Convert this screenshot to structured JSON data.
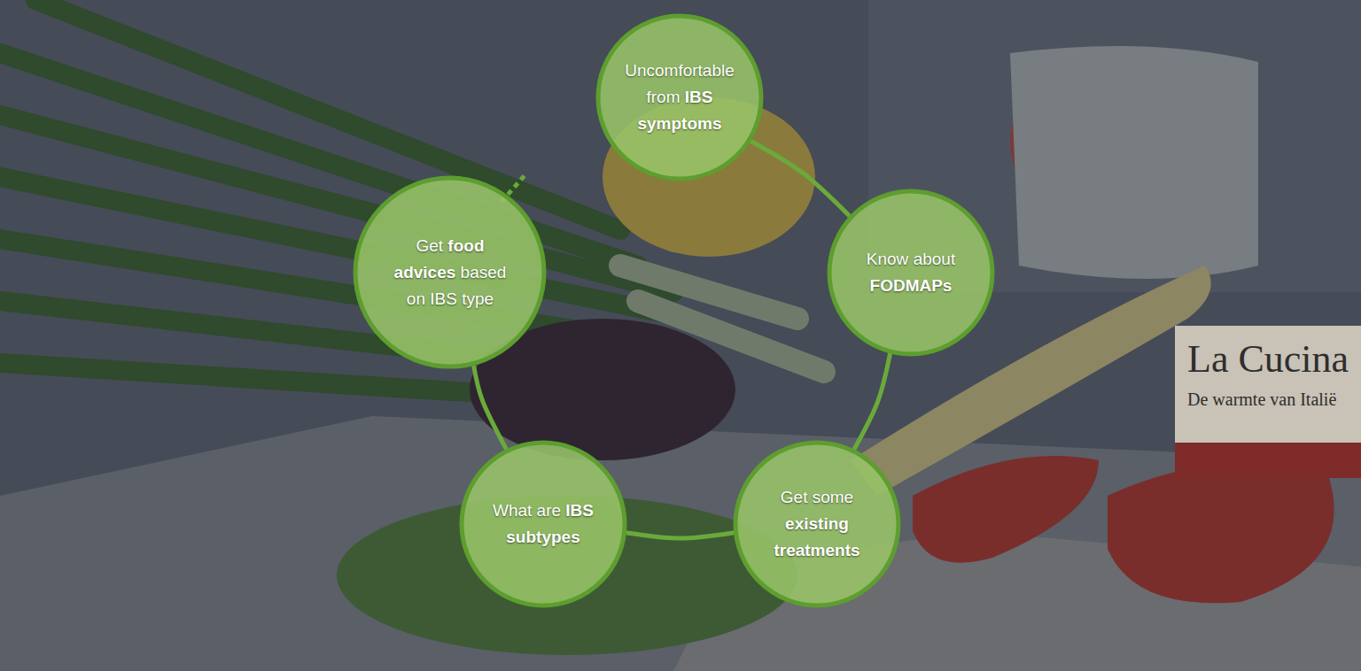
{
  "diagram": {
    "nodes": [
      {
        "text": [
          "Uncomfortable from IBS symptoms"
        ]
      },
      {
        "text": [
          "Know about FODMAPs"
        ]
      },
      {
        "text": [
          "Get some existing treatments"
        ]
      },
      {
        "text": [
          "What are IBS subtypes"
        ]
      },
      {
        "text": [
          "Get food advices based on IBS type"
        ]
      }
    ],
    "edges": [
      {
        "from": 0,
        "to": 1,
        "arrow": "none"
      },
      {
        "from": 1,
        "to": 2,
        "arrow": "none"
      },
      {
        "from": 2,
        "to": 3,
        "arrow": "none"
      },
      {
        "from": 3,
        "to": 4,
        "arrow": "none"
      }
    ],
    "labels": [
      "La Cucina",
      "De warmte van Italië"
    ]
  }
}
